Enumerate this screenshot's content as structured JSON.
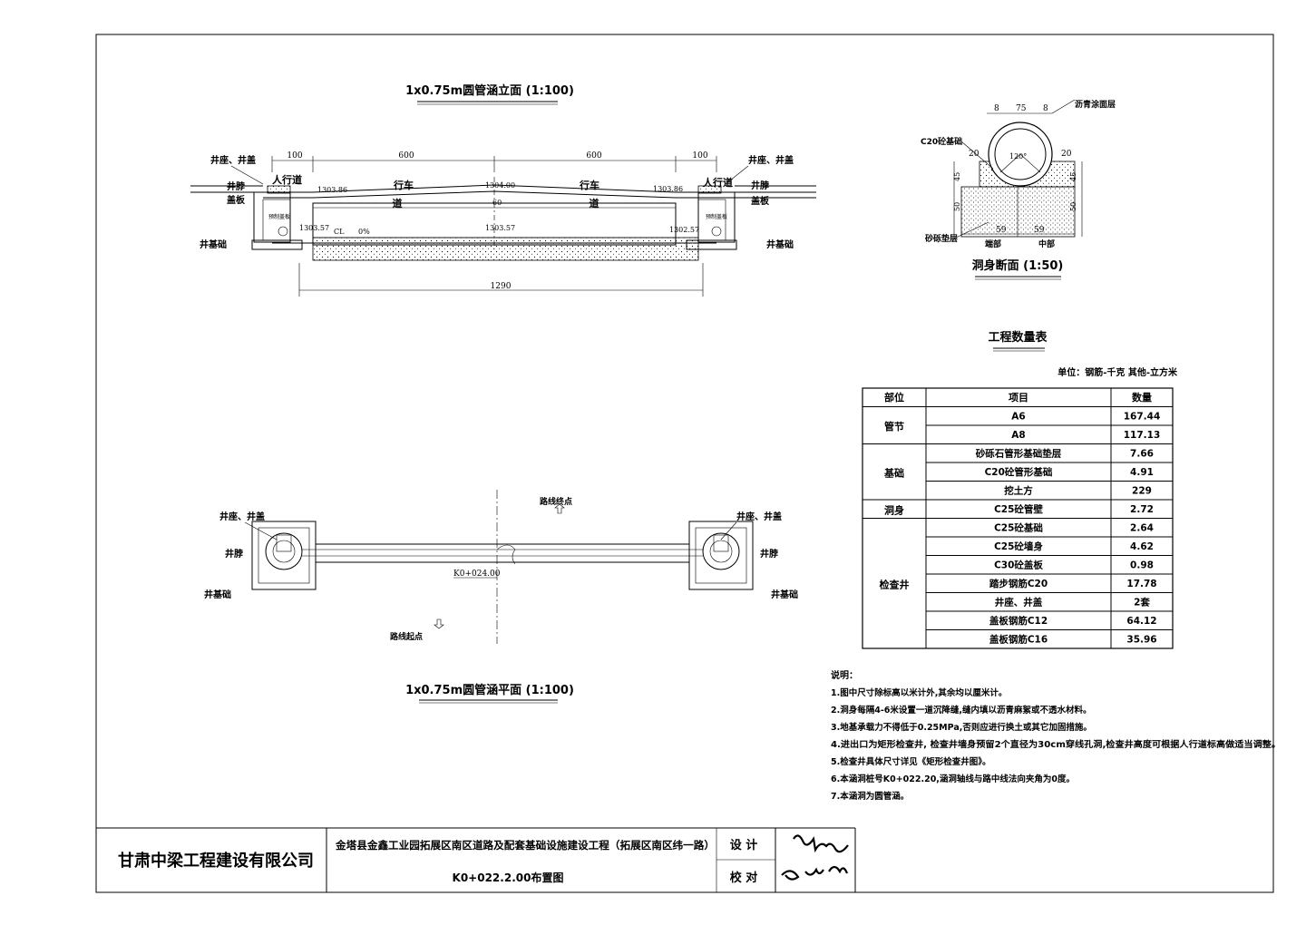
{
  "elevation": {
    "title": "1x0.75m圆管涵立面 (1:100)",
    "dims": [
      "100",
      "600",
      "600",
      "100",
      "1290"
    ],
    "road_left": "行车",
    "road_left2": "道",
    "road_right": "行车",
    "road_right2": "道",
    "sidewalk_left": "人行道",
    "sidewalk_right": "人行道",
    "elev_top_left": "1303.86",
    "elev_top_mid": "1304.00",
    "elev_top_right": "1303.86",
    "elev_bot_left": "1303.57",
    "elev_bot_mid": "1303.57",
    "elev_bot_right": "1302.57",
    "slope": "0%",
    "cl": "CL",
    "mark_60": "60",
    "well_label_left": "预制盖板",
    "well_label_right": "预制盖板",
    "labels_left": [
      "井座、井盖",
      "井脖",
      "盖板",
      "井基础"
    ],
    "labels_right": [
      "井座、井盖",
      "井脖",
      "盖板",
      "井基础"
    ]
  },
  "section": {
    "title": "洞身断面 (1:50)",
    "top_dims": [
      "8",
      "75",
      "8"
    ],
    "side_dims": [
      "20",
      "20"
    ],
    "v_dims_left": [
      "45",
      "50"
    ],
    "v_dims_right": [
      "45",
      "50"
    ],
    "bottom_dims": [
      "59",
      "59"
    ],
    "angle": "120°",
    "labels": [
      "沥青涂面层",
      "C20砼基础",
      "砂砾垫层",
      "端部",
      "中部"
    ]
  },
  "plan": {
    "title": "1x0.75m圆管涵平面 (1:100)",
    "chainage": "K0+024.00",
    "route_end": "路线终点",
    "route_start": "路线起点",
    "labels_left": [
      "井座、井盖",
      "井脖",
      "井基础"
    ],
    "labels_right": [
      "井座、井盖",
      "井脖",
      "井基础"
    ]
  },
  "quantities": {
    "title": "工程数量表",
    "unit": "单位：钢筋-千克  其他-立方米",
    "headers": [
      "部位",
      "项目",
      "数量"
    ],
    "groups": [
      {
        "part": "管节",
        "rows": [
          [
            "A6",
            "167.44"
          ],
          [
            "A8",
            "117.13"
          ]
        ]
      },
      {
        "part": "基础",
        "rows": [
          [
            "砂砾石管形基础垫层",
            "7.66"
          ],
          [
            "C20砼管形基础",
            "4.91"
          ],
          [
            "挖土方",
            "229"
          ]
        ]
      },
      {
        "part": "洞身",
        "rows": [
          [
            "C25砼管壁",
            "2.72"
          ]
        ]
      },
      {
        "part": "检查井",
        "rows": [
          [
            "C25砼基础",
            "2.64"
          ],
          [
            "C25砼墙身",
            "4.62"
          ],
          [
            "C30砼盖板",
            "0.98"
          ],
          [
            "踏步钢筋C20",
            "17.78"
          ],
          [
            "井座、井盖",
            "2套"
          ],
          [
            "盖板钢筋C12",
            "64.12"
          ],
          [
            "盖板钢筋C16",
            "35.96"
          ]
        ]
      }
    ]
  },
  "notes": {
    "heading": "说明：",
    "items": [
      "1.图中尺寸除标高以米计外,其余均以厘米计。",
      "2.洞身每隔4-6米设置一道沉降缝,缝内填以沥青麻絮或不透水材料。",
      "3.地基承载力不得低于0.25MPa,否则应进行换土或其它加固措施。",
      "4.进出口为矩形检查井, 检查井墙身预留2个直径为30cm穿线孔洞,检查井高度可根据人行道标高做适当调整。",
      "5.检查井具体尺寸详见《矩形检查井图》。",
      "6.本涵洞桩号K0+022.20,涵洞轴线与路中线法向夹角为0度。",
      "7.本涵洞为圆管涵。"
    ]
  },
  "title_block": {
    "company": "甘肃中梁工程建设有限公司",
    "project": "金塔县金鑫工业园拓展区南区道路及配套基础设施建设工程（拓展区南区纬一路）",
    "drawing": "K0+022.2.00布置图",
    "design_label": "设 计",
    "check_label": "校 对"
  }
}
